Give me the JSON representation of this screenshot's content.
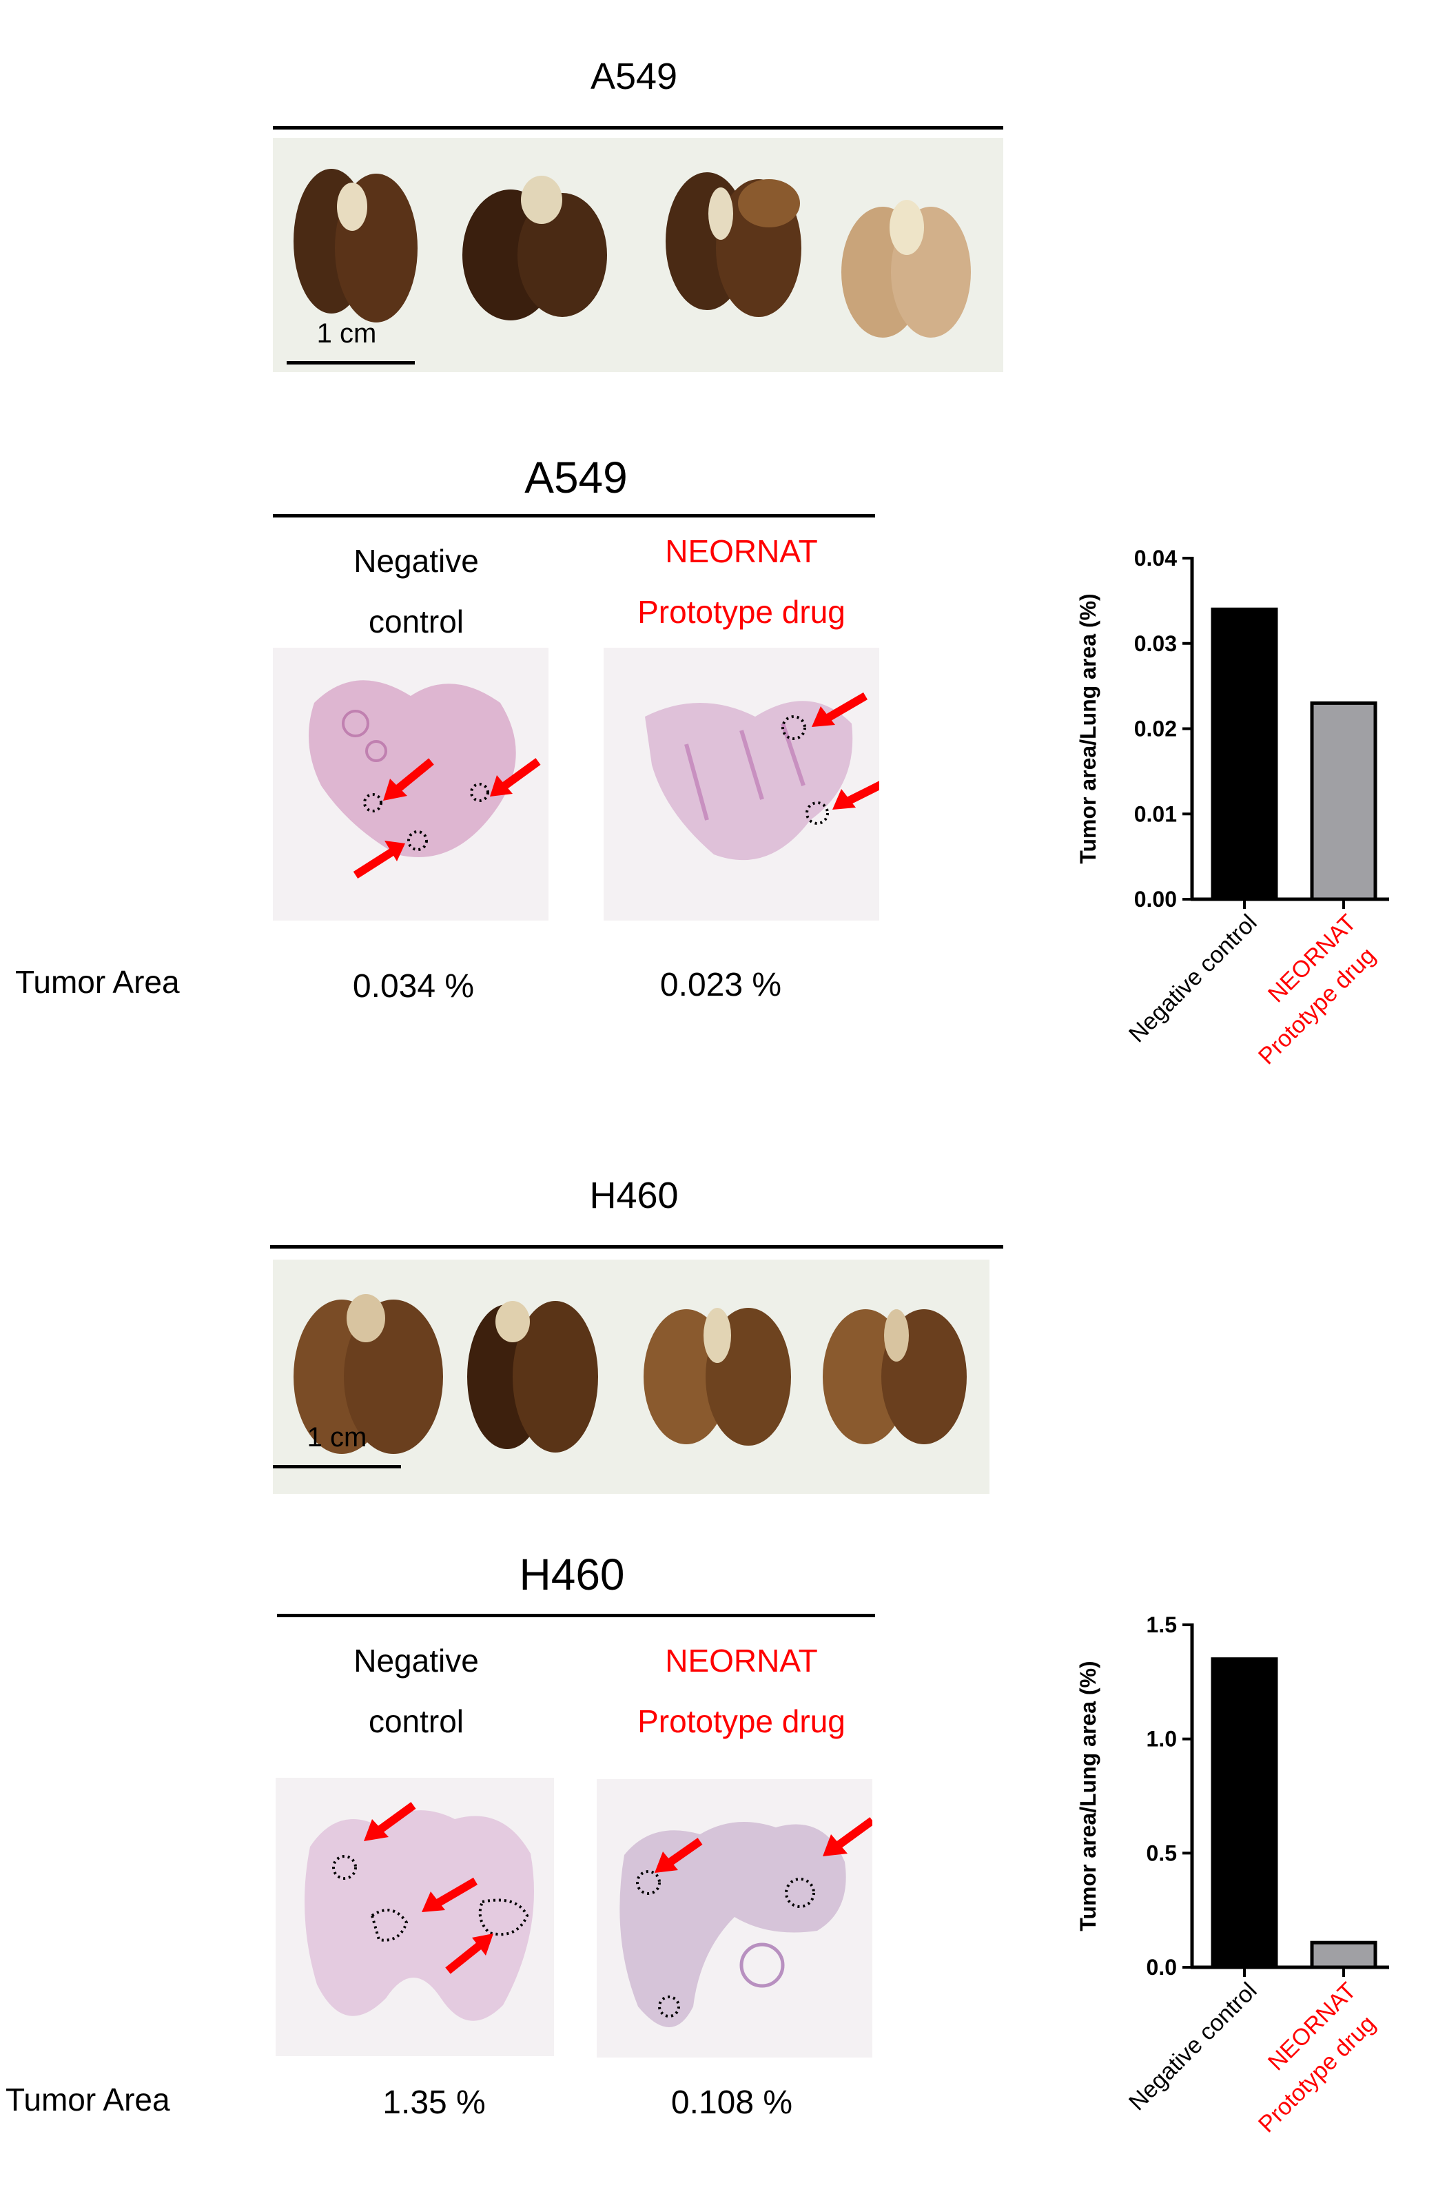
{
  "a549": {
    "photo_title": "A549",
    "scale_label": "1 cm",
    "hist_title": "A549",
    "neg_line1": "Negative",
    "neg_line2": "control",
    "drug_line1": "NEORNAT",
    "drug_line2": "Prototype drug",
    "tumor_label": "Tumor Area",
    "neg_value": "0.034 %",
    "drug_value": "0.023 %"
  },
  "h460": {
    "photo_title": "H460",
    "scale_label": "1 cm",
    "hist_title": "H460",
    "neg_line1": "Negative",
    "neg_line2": "control",
    "drug_line1": "NEORNAT",
    "drug_line2": "Prototype drug",
    "tumor_label": "Tumor Area",
    "neg_value": "1.35 %",
    "drug_value": "0.108 %"
  },
  "colors": {
    "accent_red": "#ff0000",
    "bar_negative": "#000000",
    "bar_drug": "#a0a0a4",
    "lung_dark": "#4a2a14",
    "lung_light": "#c9a47a",
    "stain_pink": "#d8a8c8"
  },
  "chart_data": [
    {
      "type": "bar",
      "categories": [
        "Negative control",
        "NEORNAT Prototype drug"
      ],
      "category_lines": [
        [
          "Negative control"
        ],
        [
          "NEORNAT",
          "Prototype drug"
        ]
      ],
      "values": [
        0.034,
        0.023
      ],
      "ylabel": "Tumor area/Lung area (%)",
      "ylim": [
        0,
        0.04
      ],
      "yticks": [
        "0.00",
        "0.01",
        "0.02",
        "0.03",
        "0.04"
      ],
      "colors": [
        "#000000",
        "#a0a0a4"
      ]
    },
    {
      "type": "bar",
      "categories": [
        "Negative control",
        "NEORNAT Prototype drug"
      ],
      "category_lines": [
        [
          "Negative control"
        ],
        [
          "NEORNAT",
          "Prototype drug"
        ]
      ],
      "values": [
        1.35,
        0.108
      ],
      "ylabel": "Tumor area/Lung area (%)",
      "ylim": [
        0,
        1.5
      ],
      "yticks": [
        "0.0",
        "0.5",
        "1.0",
        "1.5"
      ],
      "colors": [
        "#000000",
        "#a0a0a4"
      ]
    }
  ]
}
